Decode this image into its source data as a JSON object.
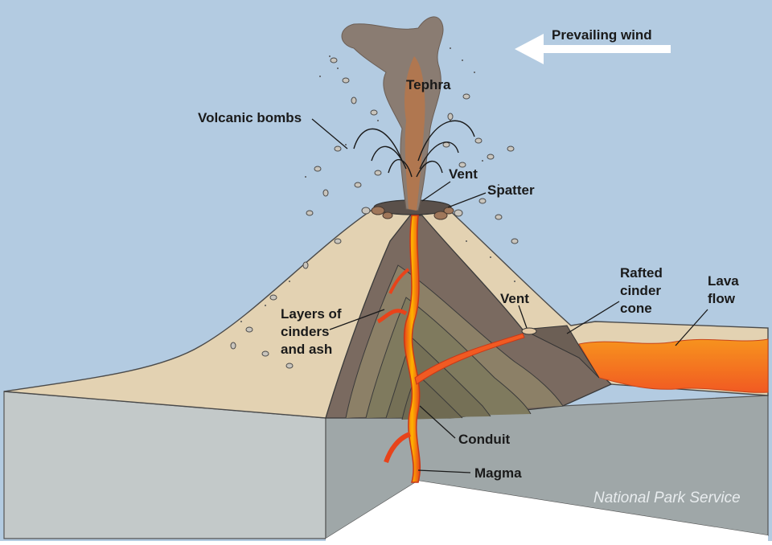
{
  "labels": {
    "prevailing_wind": "Prevailing wind",
    "tephra": "Tephra",
    "volcanic_bombs": "Volcanic bombs",
    "vent_top": "Vent",
    "spatter": "Spatter",
    "rafted_line1": "Rafted",
    "rafted_line2": "cinder",
    "rafted_line3": "cone",
    "lava_line1": "Lava",
    "lava_line2": "flow",
    "vent_side": "Vent",
    "layers_line1": "Layers of",
    "layers_line2": "cinders",
    "layers_line3": "and ash",
    "conduit": "Conduit",
    "magma": "Magma"
  },
  "credit": "National Park Service",
  "colors": {
    "sky": "#b3cbe1",
    "cone_surface": "#e3d2b2",
    "cone_section": "#7a6a60",
    "ground_side": "#c3c9c9",
    "ground_front": "#9fa7a8",
    "lava": "#f26b21",
    "lava_bright": "#ffb000",
    "plume": "#8a7c72",
    "plume_core": "#b07750",
    "wind_arrow": "#ffffff"
  }
}
